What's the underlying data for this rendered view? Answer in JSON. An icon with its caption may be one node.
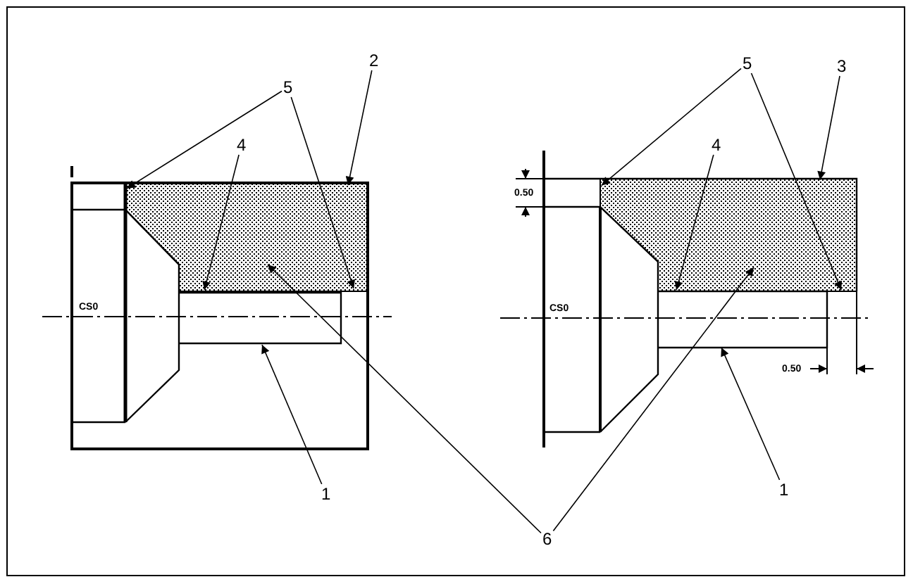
{
  "diagram": {
    "nodes": [
      {
        "text": [
          "5"
        ]
      },
      {
        "text": [
          "2"
        ]
      },
      {
        "text": [
          "5"
        ]
      },
      {
        "text": [
          "3"
        ]
      },
      {
        "text": [
          "4"
        ]
      },
      {
        "text": [
          "4"
        ]
      },
      {
        "text": [],
        "shape": "box"
      },
      {
        "text": [],
        "shape": "box"
      },
      {
        "text": [
          "1"
        ]
      },
      {
        "text": [
          "1"
        ]
      },
      {
        "text": [
          "6"
        ]
      }
    ],
    "edges": [
      {
        "from": 0,
        "to": 6,
        "arrow": "to"
      },
      {
        "from": 0,
        "to": 6,
        "arrow": "to"
      },
      {
        "from": 1,
        "to": 6,
        "arrow": "to"
      },
      {
        "from": 4,
        "to": 6,
        "arrow": "to"
      },
      {
        "from": 2,
        "to": 7,
        "arrow": "to"
      },
      {
        "from": 2,
        "to": 7,
        "arrow": "to"
      },
      {
        "from": 3,
        "to": 7,
        "arrow": "to"
      },
      {
        "from": 5,
        "to": 7,
        "arrow": "to"
      },
      {
        "from": 8,
        "to": null,
        "arrow": "to"
      },
      {
        "from": 9,
        "to": null,
        "arrow": "to"
      },
      {
        "from": 10,
        "to": 6,
        "arrow": "to"
      },
      {
        "from": 10,
        "to": 7,
        "arrow": "to"
      }
    ],
    "labels": [
      "CS0",
      "0.50",
      "CS0",
      "0.50"
    ]
  }
}
